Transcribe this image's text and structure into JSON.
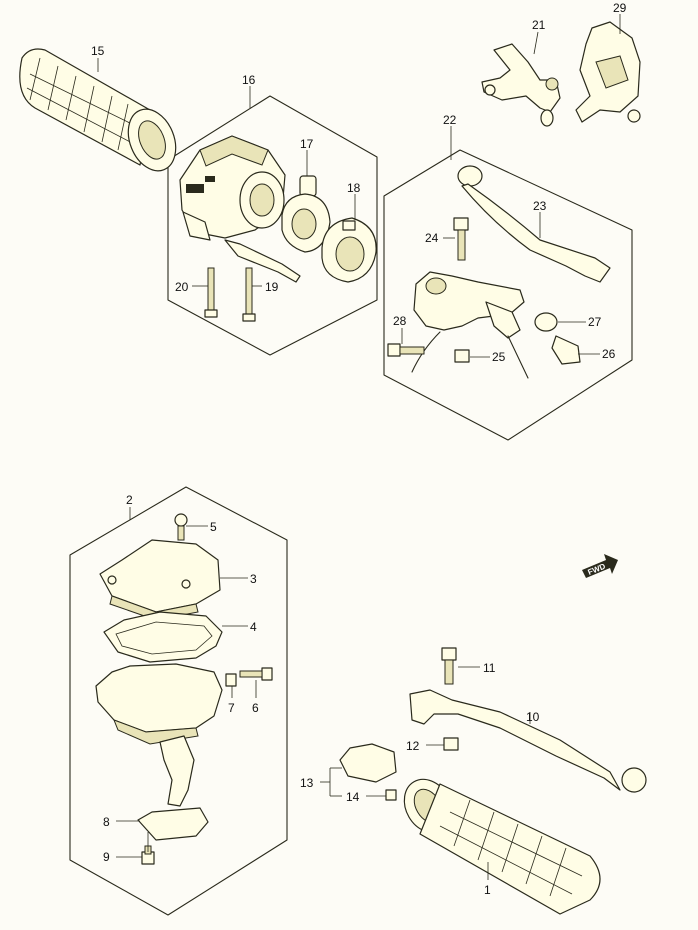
{
  "callouts": {
    "p1": "1",
    "p2": "2",
    "p3": "3",
    "p4": "4",
    "p5": "5",
    "p6": "6",
    "p7": "7",
    "p8": "8",
    "p9": "9",
    "p10": "10",
    "p11": "11",
    "p12": "12",
    "p13": "13",
    "p14": "14",
    "p15": "15",
    "p16": "16",
    "p17": "17",
    "p18": "18",
    "p19": "19",
    "p20": "20",
    "p21": "21",
    "p22": "22",
    "p23": "23",
    "p24": "24",
    "p25": "25",
    "p26": "26",
    "p27": "27",
    "p28": "28",
    "p29": "29"
  },
  "direction_marker": {
    "label": "FWD"
  },
  "colors": {
    "line": "#2a2a1c",
    "part_fill": "#fffde6",
    "shade": "#e9e4b8",
    "background": "#fdfcf6"
  }
}
